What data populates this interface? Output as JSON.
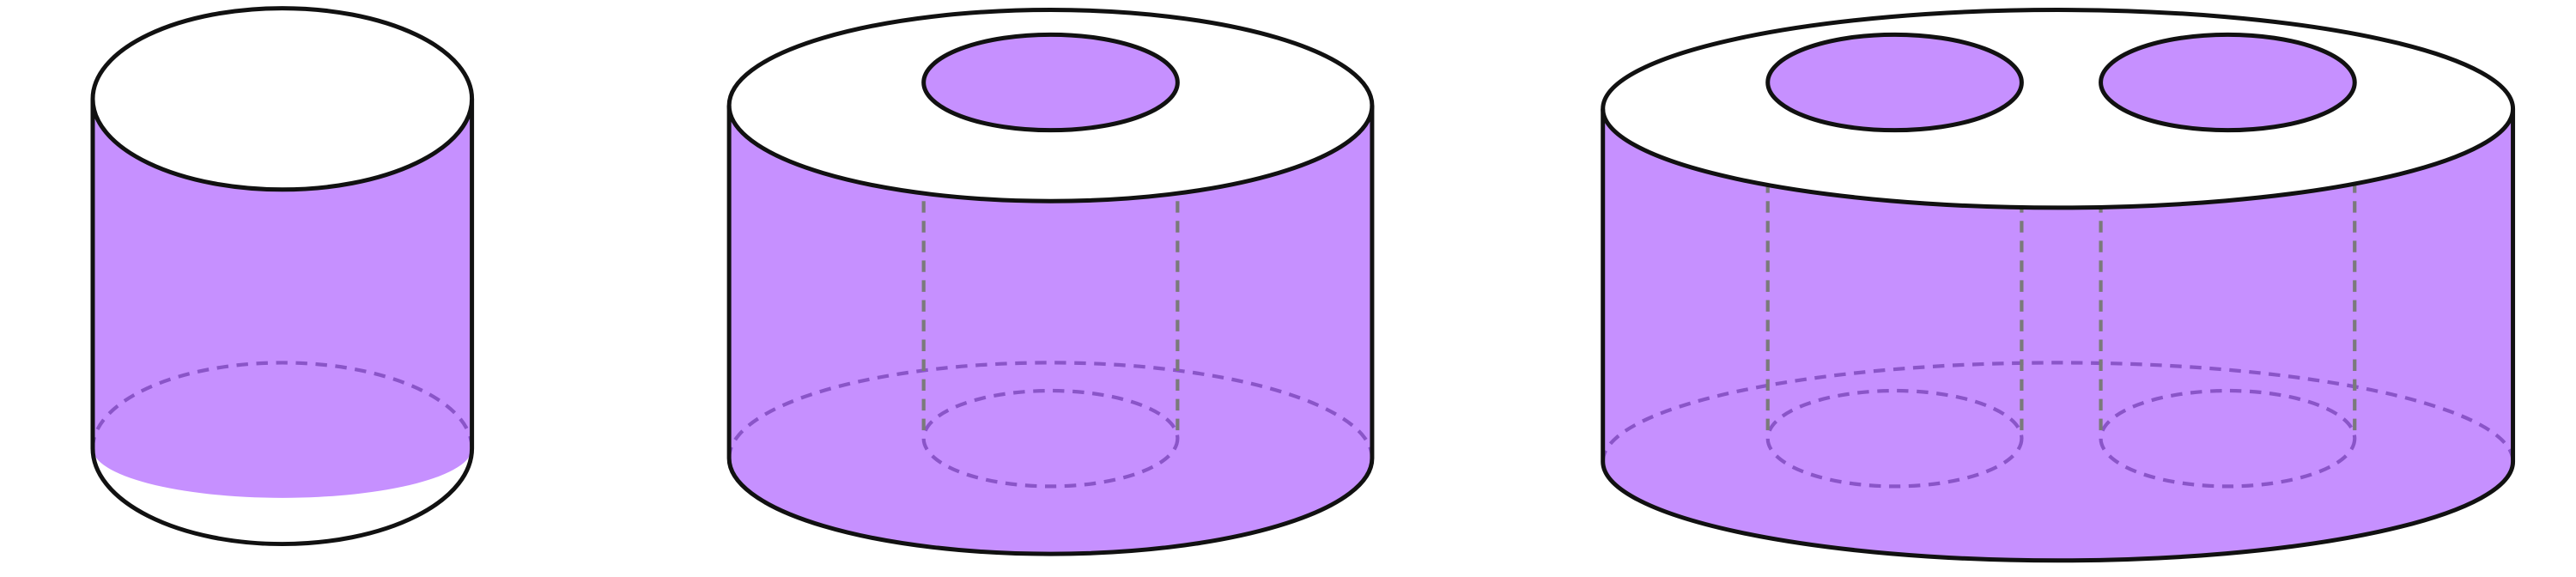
{
  "colors": {
    "fill": "#c690ff",
    "outline": "#111111",
    "hidden_edge_purple": "#8a55c8",
    "hidden_edge_gray": "#7a7a7a",
    "top_face": "#ffffff",
    "background": "#ffffff"
  },
  "figures": [
    {
      "kind": "solid-cylinder",
      "holes": 0
    },
    {
      "kind": "cylinder-with-one-hole",
      "holes": 1
    },
    {
      "kind": "cylinder-with-two-holes",
      "holes": 2
    }
  ]
}
